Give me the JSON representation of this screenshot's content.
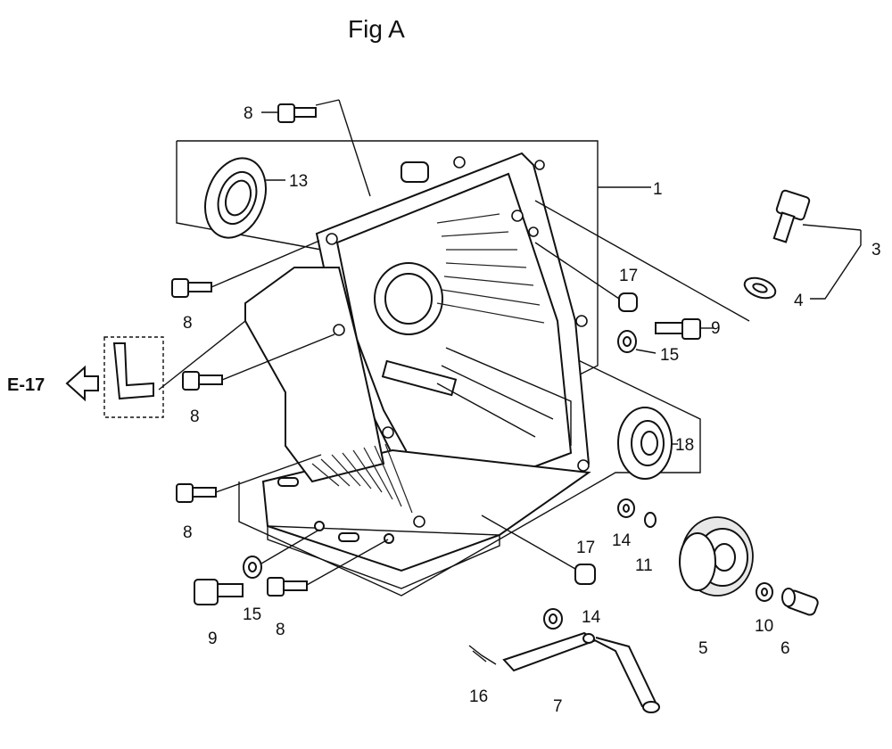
{
  "figure": {
    "title": "Fig A"
  },
  "reference": {
    "label": "E-17"
  },
  "callouts": {
    "c1": "1",
    "c3": "3",
    "c4": "4",
    "c5": "5",
    "c6": "6",
    "c7": "7",
    "c8a": "8",
    "c8b": "8",
    "c8c": "8",
    "c8d": "8",
    "c8e": "8",
    "c9a": "9",
    "c9b": "9",
    "c10": "10",
    "c11": "11",
    "c13": "13",
    "c14a": "14",
    "c14b": "14",
    "c15a": "15",
    "c15b": "15",
    "c16": "16",
    "c17a": "17",
    "c17b": "17",
    "c18": "18"
  }
}
